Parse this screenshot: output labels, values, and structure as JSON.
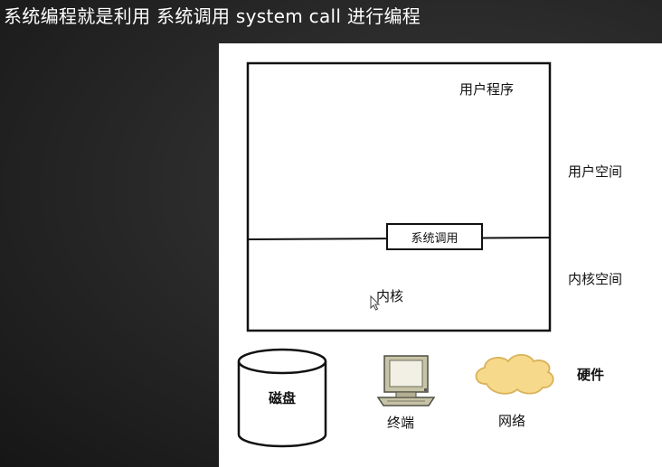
{
  "slide": {
    "title": "系统编程就是利用 系统调用 system call 进行编程"
  },
  "diagram": {
    "user_program": "用户程序",
    "user_space": "用户空间",
    "kernel_space": "内核空间",
    "system_call": "系统调用",
    "kernel": "内核",
    "hardware": "硬件",
    "devices": {
      "disk": "磁盘",
      "terminal": "终端",
      "network": "网络"
    }
  },
  "colors": {
    "cloud_fill": "#f7d98b",
    "cloud_stroke": "#d9b25a",
    "monitor_body": "#c7c3a6",
    "monitor_screen": "#f2f0e4"
  },
  "icons": [
    "disk-cylinder-icon",
    "terminal-computer-icon",
    "network-cloud-icon",
    "mouse-cursor-icon"
  ]
}
